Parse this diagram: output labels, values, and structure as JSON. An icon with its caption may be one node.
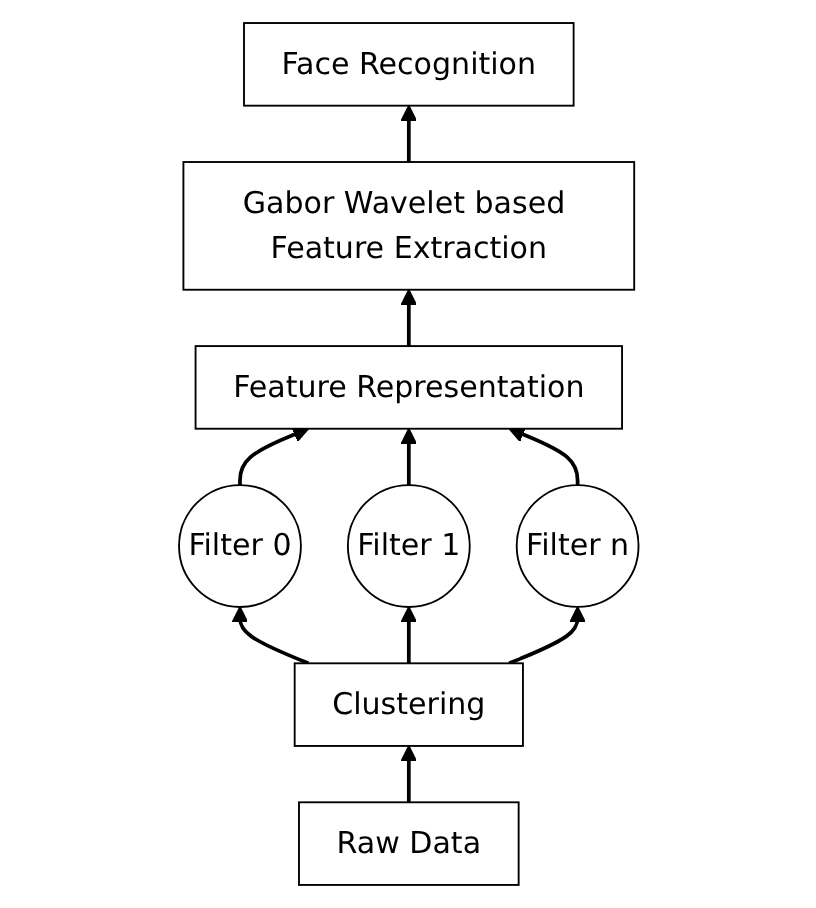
{
  "diagram": {
    "nodes": [
      {
        "text": [
          "Face Recognition"
        ]
      },
      {
        "text": [
          "Gabor Wavelet based Feature Extraction"
        ]
      },
      {
        "text": [
          "Feature Representation"
        ]
      },
      {
        "text": [
          "Filter 0"
        ]
      },
      {
        "text": [
          "Filter 1"
        ]
      },
      {
        "text": [
          "Filter n"
        ]
      },
      {
        "text": [
          "Clustering"
        ]
      },
      {
        "text": [
          "Raw Data"
        ]
      }
    ],
    "edges": [
      {
        "from": 7,
        "to": 6,
        "arrow": "to"
      },
      {
        "from": 6,
        "to": 3,
        "arrow": "to"
      },
      {
        "from": 6,
        "to": 4,
        "arrow": "to"
      },
      {
        "from": 6,
        "to": 5,
        "arrow": "to"
      },
      {
        "from": 3,
        "to": 2,
        "arrow": "to"
      },
      {
        "from": 4,
        "to": 2,
        "arrow": "to"
      },
      {
        "from": 5,
        "to": 2,
        "arrow": "to"
      },
      {
        "from": 2,
        "to": 1,
        "arrow": "to"
      },
      {
        "from": 1,
        "to": 0,
        "arrow": "to"
      }
    ]
  }
}
